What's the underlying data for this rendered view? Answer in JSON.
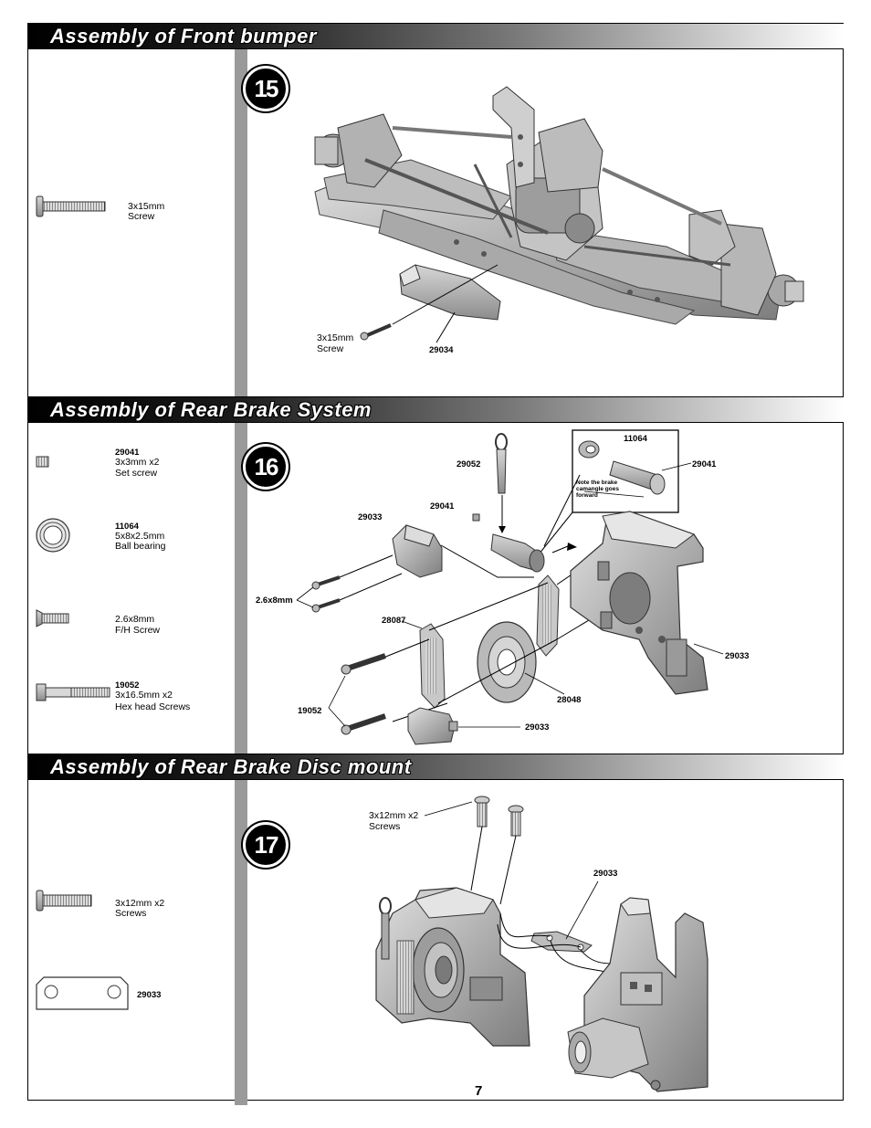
{
  "sections": [
    {
      "title": "Assembly of Front bumper",
      "step": "15"
    },
    {
      "title": "Assembly of Rear Brake System",
      "step": "16"
    },
    {
      "title": "Assembly of Rear Brake  Disc mount",
      "step": "17"
    }
  ],
  "parts": {
    "s15_screw": {
      "size": "3x15mm",
      "desc": "Screw"
    },
    "s16_set_screw": {
      "code": "29041",
      "size": "3x3mm x2",
      "desc": "Set screw"
    },
    "s16_bearing": {
      "code": "11064",
      "size": "5x8x2.5mm",
      "desc": "Ball bearing"
    },
    "s16_fh_screw": {
      "size": "2.6x8mm",
      "desc": "F/H Screw"
    },
    "s16_hex_screw": {
      "code": "19052",
      "size": "3x16.5mm x2",
      "desc": "Hex head Screws"
    },
    "s17_screws": {
      "size": "3x12mm x2",
      "desc": "Screws"
    },
    "s17_plate": {
      "code": "29033"
    }
  },
  "callouts": {
    "s15_screw_size": "3x15mm",
    "s15_screw_desc": "Screw",
    "s15_bumper": "29034",
    "s16_11064": "11064",
    "s16_29041_a": "29041",
    "s16_note": "Note the brake\ncamangle goes\nforward",
    "s16_29052": "29052",
    "s16_29041_b": "29041",
    "s16_29033_a": "29033",
    "s16_26x8": "2.6x8mm",
    "s16_28087": "28087",
    "s16_29033_b": "29033",
    "s16_28048": "28048",
    "s16_19052": "19052",
    "s16_29033_c": "29033",
    "s17_screws": "3x12mm x2\nScrews",
    "s17_29033": "29033"
  },
  "page_number": "7"
}
